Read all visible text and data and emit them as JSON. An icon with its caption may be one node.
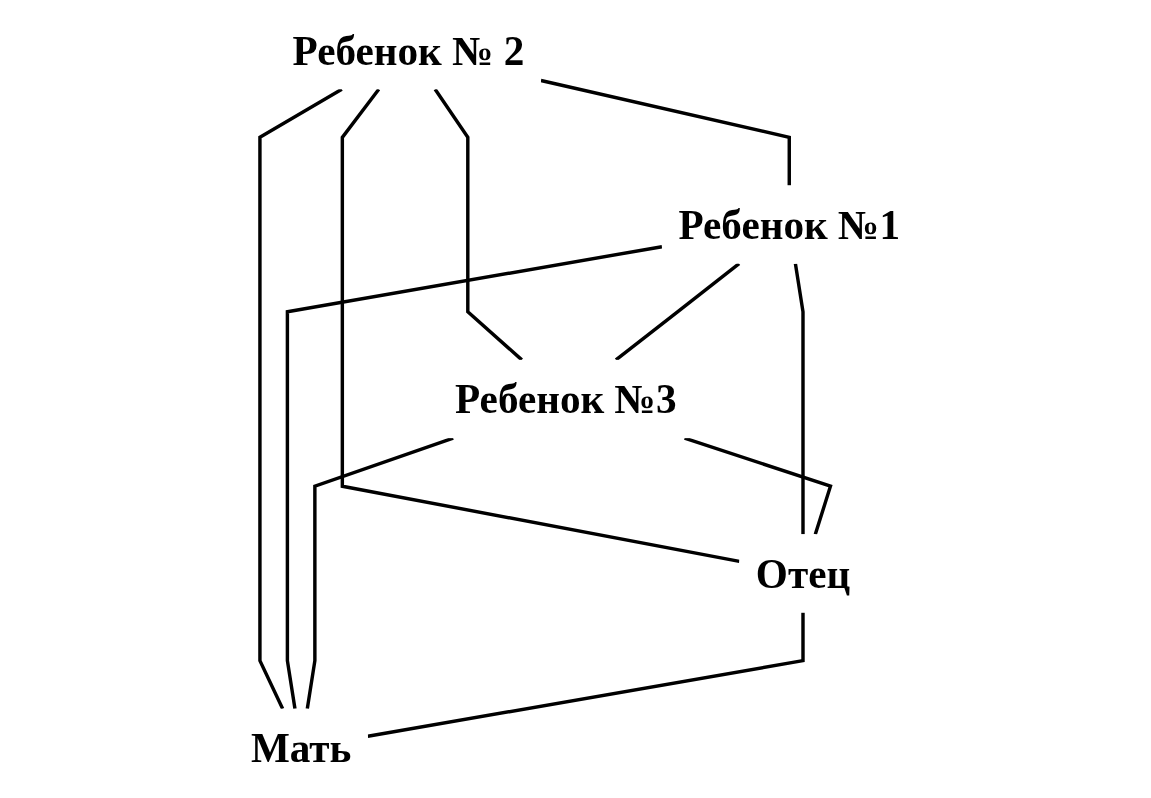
{
  "diagram": {
    "nodes": [
      {
        "text": [
          "Ребенок № 2"
        ]
      },
      {
        "text": [
          "Ребенок №1"
        ]
      },
      {
        "text": [
          "Ребенок №3"
        ]
      },
      {
        "text": [
          "Отец"
        ]
      },
      {
        "text": [
          "Мать"
        ]
      }
    ],
    "edges": [
      {
        "from": 0,
        "to": 1,
        "arrow": "none"
      },
      {
        "from": 0,
        "to": 2,
        "arrow": "none"
      },
      {
        "from": 0,
        "to": 3,
        "arrow": "none"
      },
      {
        "from": 0,
        "to": 4,
        "arrow": "none"
      },
      {
        "from": 1,
        "to": 2,
        "arrow": "none"
      },
      {
        "from": 1,
        "to": 3,
        "arrow": "none"
      },
      {
        "from": 1,
        "to": 4,
        "arrow": "none"
      },
      {
        "from": 2,
        "to": 3,
        "arrow": "none"
      },
      {
        "from": 2,
        "to": 4,
        "arrow": "none"
      },
      {
        "from": 3,
        "to": 4,
        "arrow": "none"
      }
    ]
  }
}
